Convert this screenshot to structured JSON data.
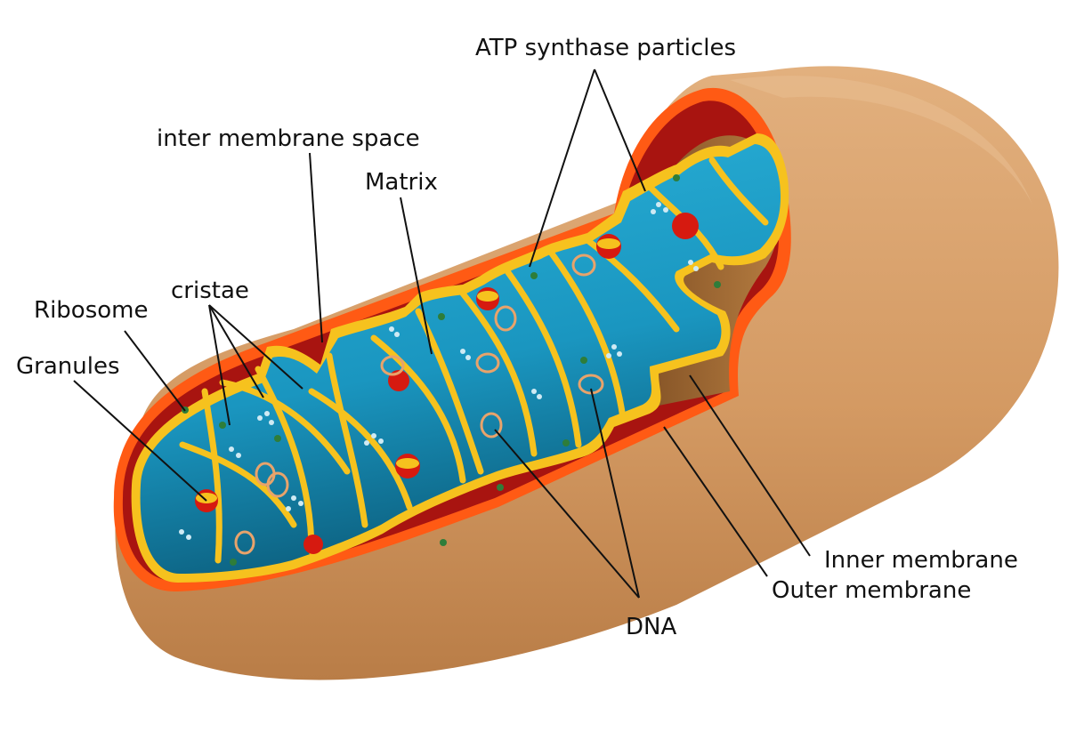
{
  "diagram": {
    "colors": {
      "outer_body": "#d49a63",
      "outer_shadow": "#b87a45",
      "outer_rim": "#ff5a14",
      "intermembrane": "#a81410",
      "matrix": "#1a9fc8",
      "matrix_dark": "#0e6d8e",
      "inner_membrane": "#f6c21e",
      "cut_wall": "#9b6630"
    },
    "labels": {
      "atp_synthase": "ATP synthase particles",
      "inter_membrane_space": "inter membrane space",
      "matrix": "Matrix",
      "cristae": "cristae",
      "ribosome": "Ribosome",
      "granules": "Granules",
      "inner_membrane": "Inner membrane",
      "outer_membrane": "Outer membrane",
      "dna": "DNA"
    }
  }
}
